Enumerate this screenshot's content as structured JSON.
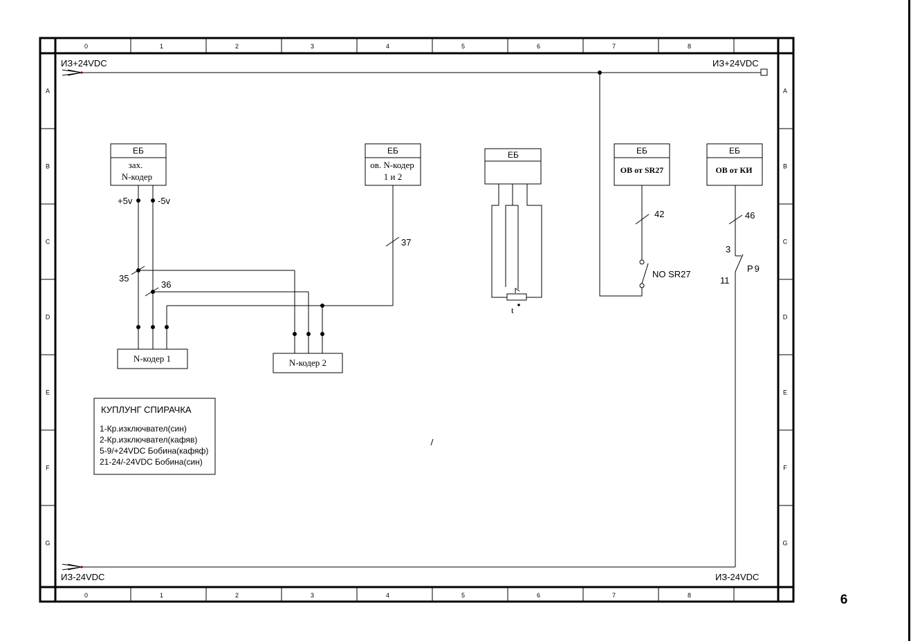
{
  "grid": {
    "columns": [
      "0",
      "1",
      "2",
      "3",
      "4",
      "5",
      "6",
      "7",
      "8"
    ],
    "rows": [
      "A",
      "B",
      "C",
      "D",
      "E",
      "F",
      "G"
    ]
  },
  "rails": {
    "top_left": "ИЗ+24VDC",
    "top_right": "ИЗ+24VDC",
    "bottom_left": "ИЗ-24VDC",
    "bottom_right": "ИЗ-24VDC"
  },
  "blocks": {
    "enc_zah": {
      "header": "ЕБ",
      "line1": "зах.",
      "line2": "N-кодер"
    },
    "enc_ov": {
      "header": "ЕБ",
      "line1": "ов. N-кодер",
      "line2": "1 и 2"
    },
    "temp": {
      "header": "ЕБ"
    },
    "sr27": {
      "header": "ЕБ",
      "line1": "ОВ от SR27"
    },
    "ki": {
      "header": "ЕБ",
      "line1": "ОВ от КИ"
    }
  },
  "encoders": {
    "enc1": "N-кодер 1",
    "enc2": "N-кодер 2"
  },
  "labels": {
    "plus5": "+5v",
    "minus5": "-5v",
    "w35": "35",
    "w36": "36",
    "w37": "37",
    "w42": "42",
    "w46": "46",
    "no_sr27": "NO SR27",
    "p9": "P9",
    "c3": "3",
    "c11": "11",
    "temp_t": "t"
  },
  "legend": {
    "title": "КУПЛУНГ СПИРАЧКА",
    "items": [
      "1-Кр.изключвател(син)",
      "2-Кр.изключвател(кафяв)",
      "5-9/+24VDC Бобина(кафяф)",
      "21-24/-24VDC Бобина(син)"
    ]
  },
  "page_number": "6"
}
